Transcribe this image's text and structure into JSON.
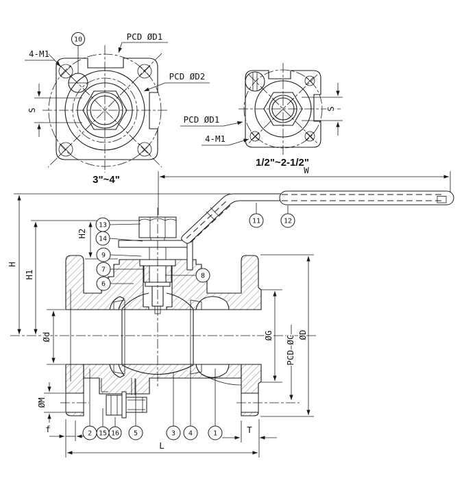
{
  "colors": {
    "line": "#1a1a1a",
    "background": "#ffffff"
  },
  "views": {
    "large_flange": {
      "caption": "3\"~4\"",
      "balloon": "10",
      "labels": {
        "pcd_d1": "PCD ØD1",
        "pcd_d2": "PCD ØD2",
        "bolts": "4-M1",
        "s": "S"
      }
    },
    "small_flange": {
      "caption": "1/2\"~2-1/2\"",
      "labels": {
        "pcd_d1": "PCD ØD1",
        "bolts": "4-M1",
        "s": "S"
      }
    }
  },
  "section": {
    "dims": {
      "w": "W",
      "h": "H",
      "h1": "H1",
      "h2": "H2",
      "bore": "Ød",
      "m": "ØM",
      "f": "f",
      "l": "L",
      "t": "T",
      "g": "ØG",
      "pcd_c": "PCD ØC",
      "od": "ØD"
    },
    "balloons": {
      "n1": "1",
      "n2": "2",
      "n3": "3",
      "n4": "4",
      "n5": "5",
      "n6": "6",
      "n7": "7",
      "n8": "8",
      "n9": "9",
      "n11": "11",
      "n12": "12",
      "n13": "13",
      "n14": "14",
      "n15": "15",
      "n16": "16"
    }
  }
}
